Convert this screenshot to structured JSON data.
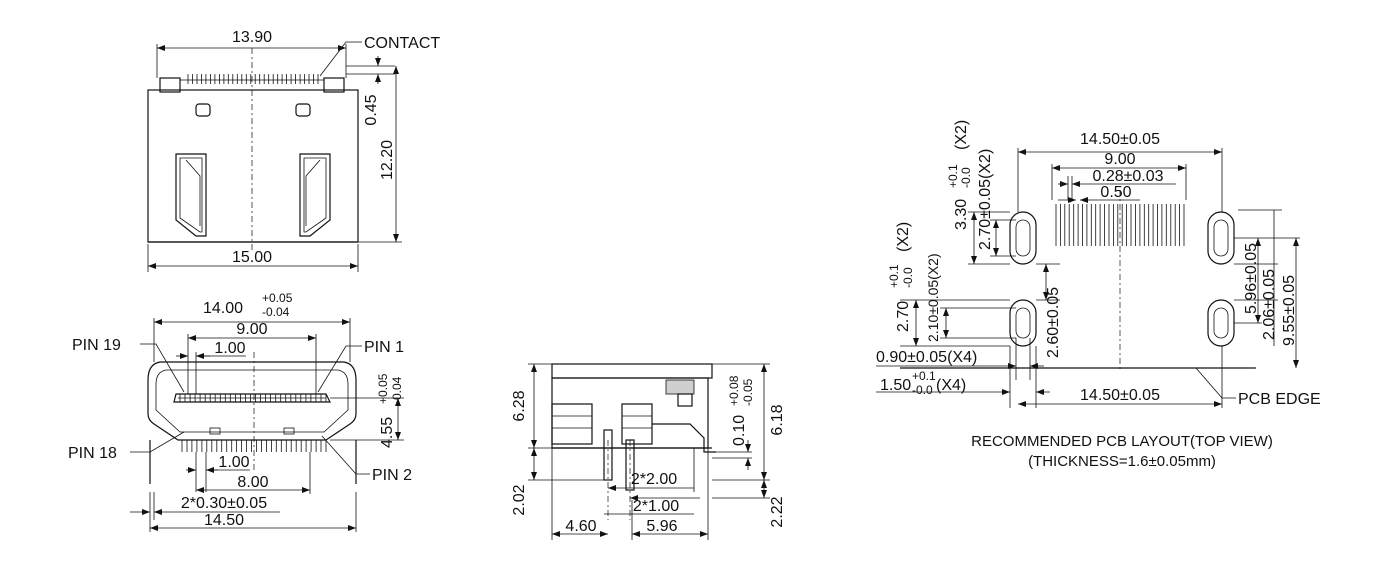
{
  "top_view": {
    "dim_width_top": "13.90",
    "label_contact": "CONTACT",
    "dim_045": "0.45",
    "dim_height": "12.20",
    "dim_width_bottom": "15.00"
  },
  "front_view": {
    "dim_overall": "14.00",
    "tol_overall_plus": "+0.05",
    "tol_overall_minus": "-0.04",
    "dim_900": "9.00",
    "dim_100_top": "1.00",
    "pin19": "PIN 19",
    "pin1": "PIN 1",
    "pin18": "PIN 18",
    "pin2": "PIN 2",
    "dim_455": "4.55",
    "tol_455_plus": "+0.05",
    "tol_455_minus": "-0.04",
    "dim_100_bottom": "1.00",
    "dim_800": "8.00",
    "dim_030": "2*0.30±0.05",
    "dim_1450": "14.50"
  },
  "side_view": {
    "dim_628": "6.28",
    "dim_202": "2.02",
    "dim_010": "0.10",
    "tol_010_plus": "+0.08",
    "tol_010_minus": "-0.05",
    "dim_618": "6.18",
    "dim_222": "2.22",
    "dim_2x200": "2*2.00",
    "dim_2x100": "2*1.00",
    "dim_460": "4.60",
    "dim_596": "5.96"
  },
  "pcb_layout": {
    "dim_1450_top": "14.50±0.05",
    "dim_900": "9.00",
    "dim_028": "0.28±0.03",
    "dim_050": "0.50",
    "dim_330": "3.30",
    "tol_330_plus": "+0.1",
    "tol_330_minus": "-0.0",
    "x2_a": "(X2)",
    "dim_270_a": "2.70±0.05(X2)",
    "dim_270_b": "2.70",
    "tol_270b_plus": "+0.1",
    "tol_270b_minus": "-0.0",
    "x2_b": "(X2)",
    "dim_210": "2.10±0.05(X2)",
    "dim_260": "2.60±0.05",
    "dim_596": "5.96±0.05",
    "dim_206": "2.06±0.05",
    "dim_955": "9.55±0.05",
    "dim_090": "0.90±0.05(X4)",
    "dim_150": "1.50",
    "tol_150_plus": "+0.1",
    "tol_150_minus": "-0.0",
    "x4": "(X4)",
    "dim_1450_bottom": "14.50±0.05",
    "label_pcb_edge": "PCB EDGE",
    "caption_line1": "RECOMMENDED PCB LAYOUT(TOP VIEW)",
    "caption_line2": "(THICKNESS=1.6±0.05mm)"
  }
}
